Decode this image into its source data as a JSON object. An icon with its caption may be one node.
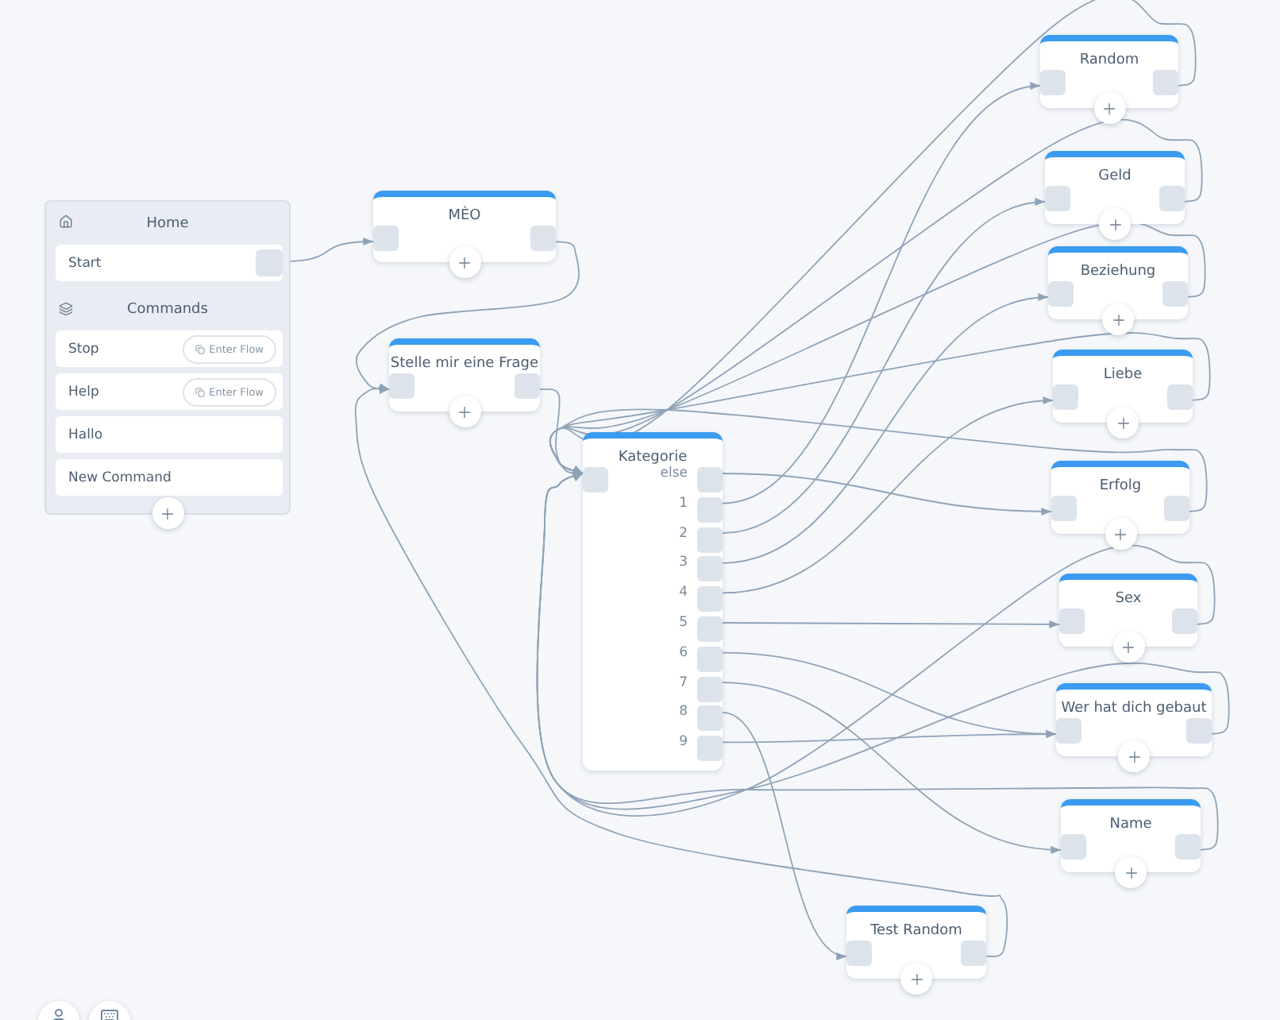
{
  "diagram": {
    "nodes": [
      {
        "text": [
          "Home",
          "Commands"
        ]
      },
      {
        "text": [
          "Start"
        ],
        "in": 0
      },
      {
        "text": [
          "Stop",
          "Enter Flow"
        ],
        "in": 0
      },
      {
        "text": [
          "Help",
          "Enter Flow"
        ],
        "in": 0
      },
      {
        "text": [
          "Hallo"
        ],
        "in": 0
      },
      {
        "text": [
          "New Command"
        ],
        "in": 0
      },
      {
        "text": [
          "MÈO"
        ]
      },
      {
        "text": [
          "Stelle mir eine Frage"
        ]
      },
      {
        "text": [
          "Kategorie"
        ]
      },
      {
        "text": [],
        "shape": "box",
        "in": 8
      },
      {
        "text": [
          "else"
        ],
        "in": 8
      },
      {
        "text": [
          "1"
        ],
        "in": 8
      },
      {
        "text": [
          "2"
        ],
        "in": 8
      },
      {
        "text": [
          "3"
        ],
        "in": 8
      },
      {
        "text": [
          "4"
        ],
        "in": 8
      },
      {
        "text": [
          "5"
        ],
        "in": 8
      },
      {
        "text": [
          "6"
        ],
        "in": 8
      },
      {
        "text": [
          "7"
        ],
        "in": 8
      },
      {
        "text": [
          "8"
        ],
        "in": 8
      },
      {
        "text": [
          "9"
        ],
        "in": 8
      },
      {
        "text": [
          "Random"
        ]
      },
      {
        "text": [
          "Geld"
        ]
      },
      {
        "text": [
          "Beziehung"
        ]
      },
      {
        "text": [
          "Liebe"
        ]
      },
      {
        "text": [
          "Erfolg"
        ]
      },
      {
        "text": [
          "Sex"
        ]
      },
      {
        "text": [
          "Wer hat dich gebaut"
        ]
      },
      {
        "text": [
          "Name"
        ]
      },
      {
        "text": [
          "Test Random"
        ]
      }
    ],
    "edges": [
      {
        "from": 1,
        "to": 6,
        "arrow": "to"
      },
      {
        "from": 6,
        "to": 7,
        "arrow": "to"
      },
      {
        "from": 7,
        "to": 9,
        "arrow": "to"
      },
      {
        "from": 10,
        "to": 24,
        "arrow": "to"
      },
      {
        "from": 11,
        "to": 20,
        "arrow": "to"
      },
      {
        "from": 12,
        "to": 21,
        "arrow": "to"
      },
      {
        "from": 13,
        "to": 22,
        "arrow": "to"
      },
      {
        "from": 14,
        "to": 23,
        "arrow": "to"
      },
      {
        "from": 15,
        "to": 25,
        "arrow": "to"
      },
      {
        "from": 16,
        "to": 26,
        "arrow": "to"
      },
      {
        "from": 17,
        "to": 27,
        "arrow": "to"
      },
      {
        "from": 18,
        "to": 28,
        "arrow": "to"
      },
      {
        "from": 19,
        "to": 26,
        "arrow": "to"
      },
      {
        "from": 20,
        "to": 9,
        "arrow": "to"
      },
      {
        "from": 21,
        "to": 9,
        "arrow": "to"
      },
      {
        "from": 22,
        "to": 9,
        "arrow": "to"
      },
      {
        "from": 23,
        "to": 9,
        "arrow": "to"
      },
      {
        "from": 24,
        "to": 9,
        "arrow": "to"
      },
      {
        "from": 25,
        "to": 9,
        "arrow": "to"
      },
      {
        "from": 26,
        "to": 9,
        "arrow": "to"
      },
      {
        "from": 27,
        "to": 9,
        "arrow": "to"
      },
      {
        "from": 28,
        "to": 7,
        "arrow": "to"
      }
    ]
  }
}
